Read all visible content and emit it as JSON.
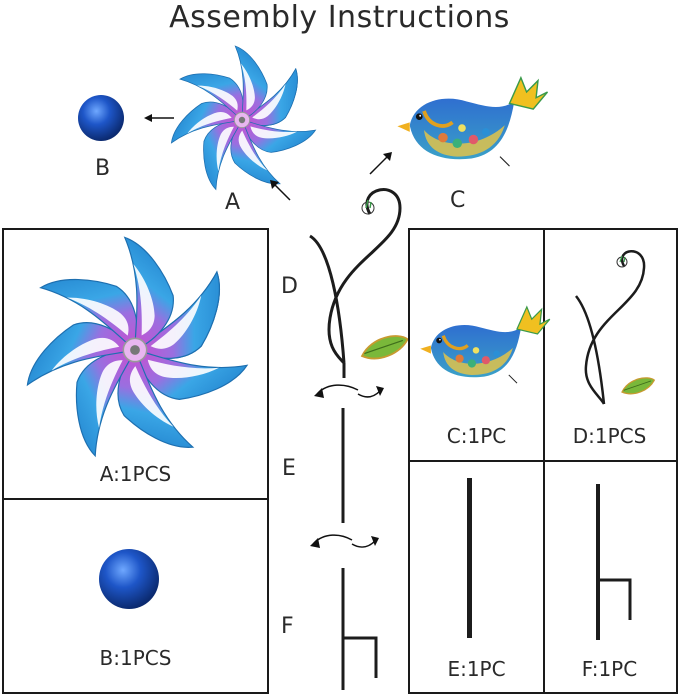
{
  "title": "Assembly Instructions",
  "parts_labels": {
    "a": "A",
    "b": "B",
    "c": "C",
    "d": "D",
    "e": "E",
    "f": "F"
  },
  "captions": {
    "a": "A:1PCS",
    "b": "B:1PCS",
    "c": "C:1PC",
    "d": "D:1PCS",
    "e": "E:1PC",
    "f": "F:1PC"
  },
  "colors": {
    "petal_blue": "#2a8fd6",
    "petal_light": "#7fd0f0",
    "petal_pink": "#c84fd0",
    "ball_blue": "#1e56c8",
    "stake": "#1c1c1c",
    "leaf": "#7ab83a"
  }
}
